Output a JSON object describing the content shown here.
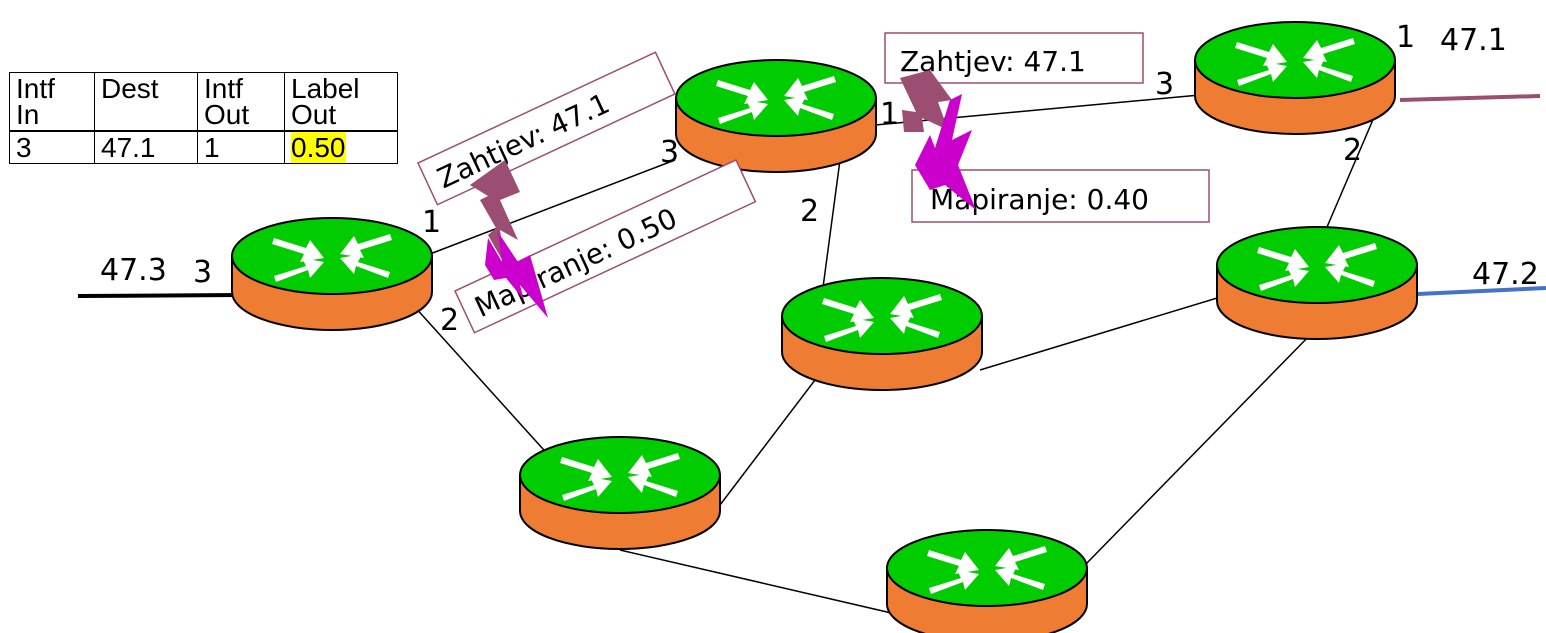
{
  "table": {
    "headers": [
      [
        "Intf",
        "In"
      ],
      [
        "Dest",
        ""
      ],
      [
        "Intf",
        "Out"
      ],
      [
        "Label",
        "Out"
      ]
    ],
    "row": [
      "3",
      "47.1",
      "1",
      "0.50"
    ]
  },
  "networks": {
    "left": "47.3",
    "top_right": "47.1",
    "right": "47.2"
  },
  "interfaces": {
    "r1_in": "3",
    "r1_up": "1",
    "r1_down": "2",
    "r2_left": "3",
    "r2_right": "1",
    "r2_down": "2",
    "r3_left": "3",
    "r3_right": "1",
    "r3_down": "2"
  },
  "messages": {
    "request_1": "Zahtjev: 47.1",
    "mapping_1": "Mapiranje: 0.50",
    "request_2": "Zahtjev: 47.1",
    "mapping_2": "Mapiranje: 0.40"
  },
  "colors": {
    "router_top": "#00cc00",
    "router_body": "#ee7d33",
    "request_arrow": "#9b4d72",
    "mapping_arrow": "#cc00cc",
    "box_border": "#9b4d72",
    "link_47_1": "#9b4d72",
    "link_47_2": "#4472c4"
  }
}
